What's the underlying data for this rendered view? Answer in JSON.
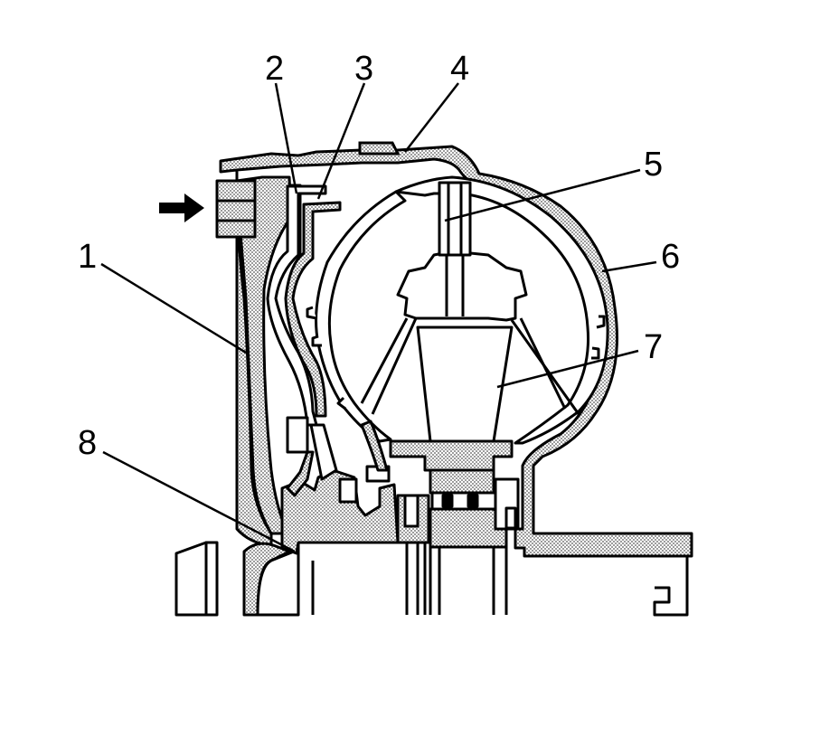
{
  "callouts": [
    {
      "id": "1",
      "label": "1"
    },
    {
      "id": "2",
      "label": "2"
    },
    {
      "id": "3",
      "label": "3"
    },
    {
      "id": "4",
      "label": "4"
    },
    {
      "id": "5",
      "label": "5"
    },
    {
      "id": "6",
      "label": "6"
    },
    {
      "id": "7",
      "label": "7"
    },
    {
      "id": "8",
      "label": "8"
    }
  ],
  "colors": {
    "line": "#000000",
    "background": "#ffffff",
    "stipple": "#bdbdbd"
  },
  "icons": {
    "direction_arrow": "right-arrow-icon"
  }
}
